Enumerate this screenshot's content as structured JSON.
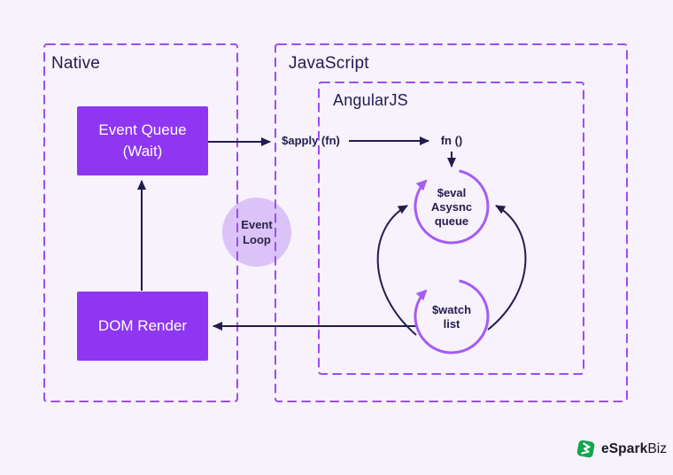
{
  "groups": {
    "native": {
      "title": "Native"
    },
    "javascript": {
      "title": "JavaScript"
    },
    "angularjs": {
      "title": "AngularJS"
    }
  },
  "nodes": {
    "event_queue": {
      "line1": "Event Queue",
      "line2": "(Wait)"
    },
    "dom_render": {
      "label": "DOM Render"
    },
    "event_loop": {
      "line1": "Event",
      "line2": "Loop"
    },
    "apply_fn": {
      "label": "$apply (fn)"
    },
    "fn": {
      "label": "fn ()"
    },
    "eval_async": {
      "line1": "$eval",
      "line2": "Asysnc",
      "line3": "queue"
    },
    "watch_list": {
      "line1": "$watch",
      "line2": "list"
    }
  },
  "logo": {
    "bold": "eSpark",
    "regular": "Biz"
  },
  "colors": {
    "background": "#f7f2fb",
    "dashed_border": "#9b4cf9",
    "solid_box": "#8e36f1",
    "dark_ink": "#221c4e",
    "light_circle": "#dcc3f7",
    "purple_arrow": "#a55bf5",
    "logo_green": "#12a64f"
  }
}
